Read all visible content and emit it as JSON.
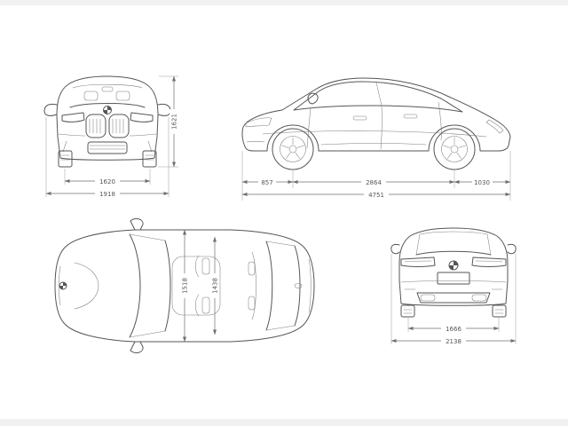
{
  "palette": {
    "line": "#55565a",
    "dim_line": "#6e6f74",
    "background": "#ffffff"
  },
  "front_view": {
    "label_track": "1620",
    "label_overall_width": "1918",
    "label_height": "1621"
  },
  "side_view": {
    "label_front_overhang": "857",
    "label_wheelbase": "2864",
    "label_rear_overhang": "1030",
    "label_overall_length": "4751"
  },
  "top_view": {
    "label_width_a": "1518",
    "label_width_b": "1438"
  },
  "rear_view": {
    "label_track": "1666",
    "label_width_mirrors": "2138"
  }
}
